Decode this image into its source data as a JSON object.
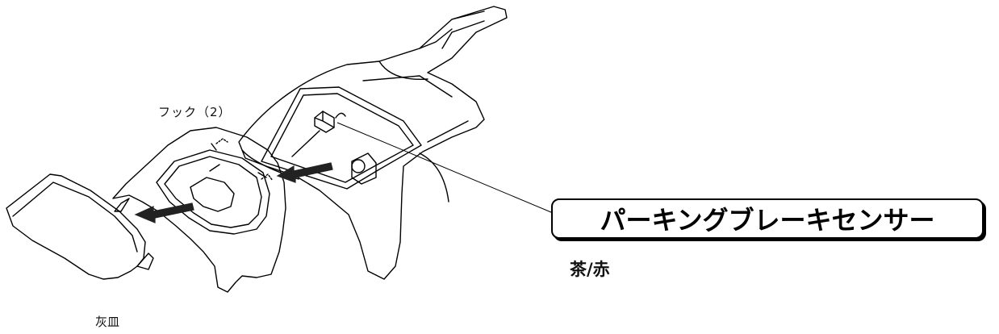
{
  "labels": {
    "hook": "フック（2）",
    "ashtray": "灰皿",
    "sensor": "パーキングブレーキセンサー",
    "wire_color": "茶/赤"
  },
  "colors": {
    "line": "#000000",
    "background": "#ffffff",
    "arrow": "#222222"
  }
}
